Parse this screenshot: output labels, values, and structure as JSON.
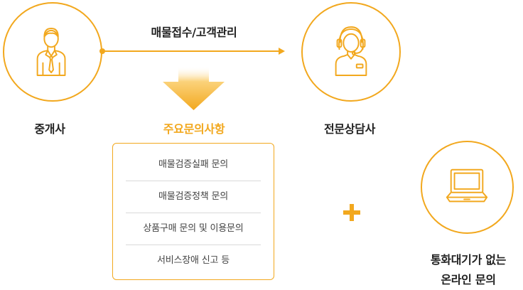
{
  "flow": {
    "label": "매물접수/고객관리"
  },
  "nodes": {
    "broker": {
      "label": "중개사",
      "icon": "businessman-icon"
    },
    "counselor": {
      "label": "전문상담사",
      "icon": "headset-agent-icon"
    },
    "online": {
      "label_line1": "통화대기가 없는",
      "label_line2": "온라인 문의",
      "icon": "laptop-icon"
    }
  },
  "main_inquiry": {
    "title": "주요문의사항",
    "items": [
      "매물검증실패 문의",
      "매물검증정책 문의",
      "상품구매 문의 및 이용문의",
      "서비스장애 신고 등"
    ]
  },
  "colors": {
    "accent": "#f2a81e",
    "text": "#222222",
    "item_text": "#444444",
    "divider": "#d9d9d9"
  }
}
